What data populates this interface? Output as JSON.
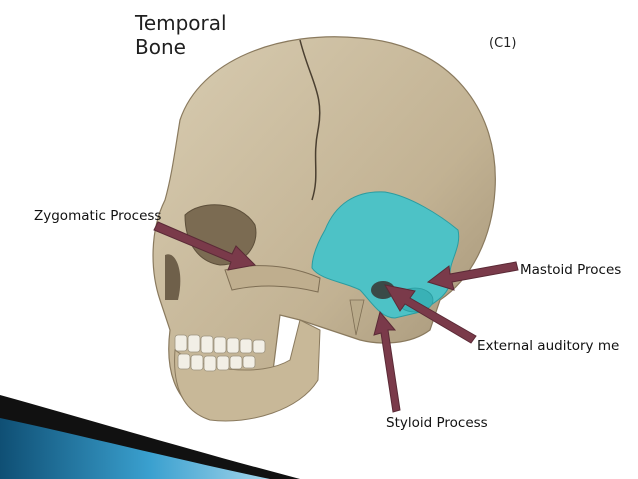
{
  "title_line1": "Temporal",
  "title_line2": "Bone",
  "slide_ref": "(C1)",
  "labels": {
    "zygomatic": "Zygomatic Process",
    "mastoid": "Mastoid Proces",
    "auditory": "External auditory me",
    "styloid": "Styloid Process"
  },
  "colors": {
    "bone": "#c9b89a",
    "temporal_highlight": "#4dc2c6",
    "arrow": "#7a3a4a",
    "accent_band": "#1d6b93"
  }
}
